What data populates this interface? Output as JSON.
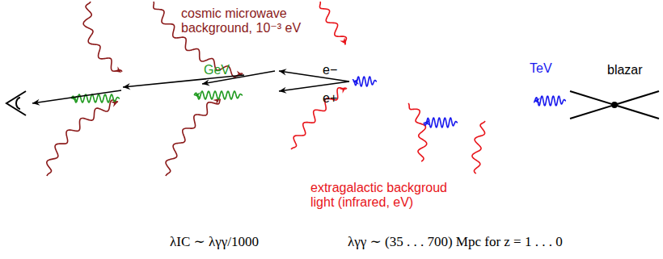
{
  "diagram": {
    "labels": [
      "cosmic microwave background, 10⁻³ eV",
      "GeV",
      "e−",
      "e+",
      "TeV",
      "blazar",
      "extragalactic backgroud light (infrared, eV)",
      "λIC ∼ λγγ/1000",
      "λγγ ∼ (35 . . . 700) Mpc for z = 1 . . . 0"
    ]
  }
}
